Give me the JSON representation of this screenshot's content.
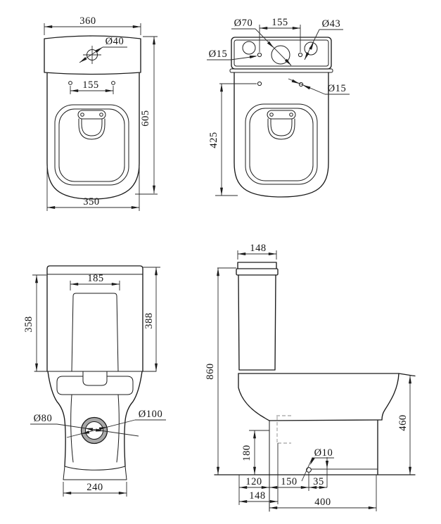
{
  "meta": {
    "background_color": "#ffffff",
    "line_color": "#1b1b1b",
    "outlet_ring_color": "#a8a8a8",
    "drawing_type": "toilet-dimension-drawing"
  },
  "front_view": {
    "tank_width": "360",
    "button_dia": "Ø40",
    "hinge_spacing": "155",
    "overall_height": "605",
    "base_width": "350"
  },
  "back_view": {
    "inlet_dia": "Ø70",
    "hole_spacing": "155",
    "valve_dia": "Ø43",
    "hole_dia_left": "Ø15",
    "hole_dia_right": "Ø15",
    "bowl_height": "425"
  },
  "rear_view": {
    "panel_width": "185",
    "height_to_lid": "358",
    "overall_height": "388",
    "outlet_inner_dia": "Ø80",
    "outlet_outer_dia": "Ø100",
    "base_width": "240"
  },
  "side_view": {
    "tank_depth": "148",
    "overall_height": "860",
    "rim_height": "460",
    "inlet_height": "180",
    "setout_120": "120",
    "setout_150": "150",
    "setout_35": "35",
    "fixing_hole_dia": "Ø10",
    "setout_148": "148",
    "base_depth": "400"
  }
}
